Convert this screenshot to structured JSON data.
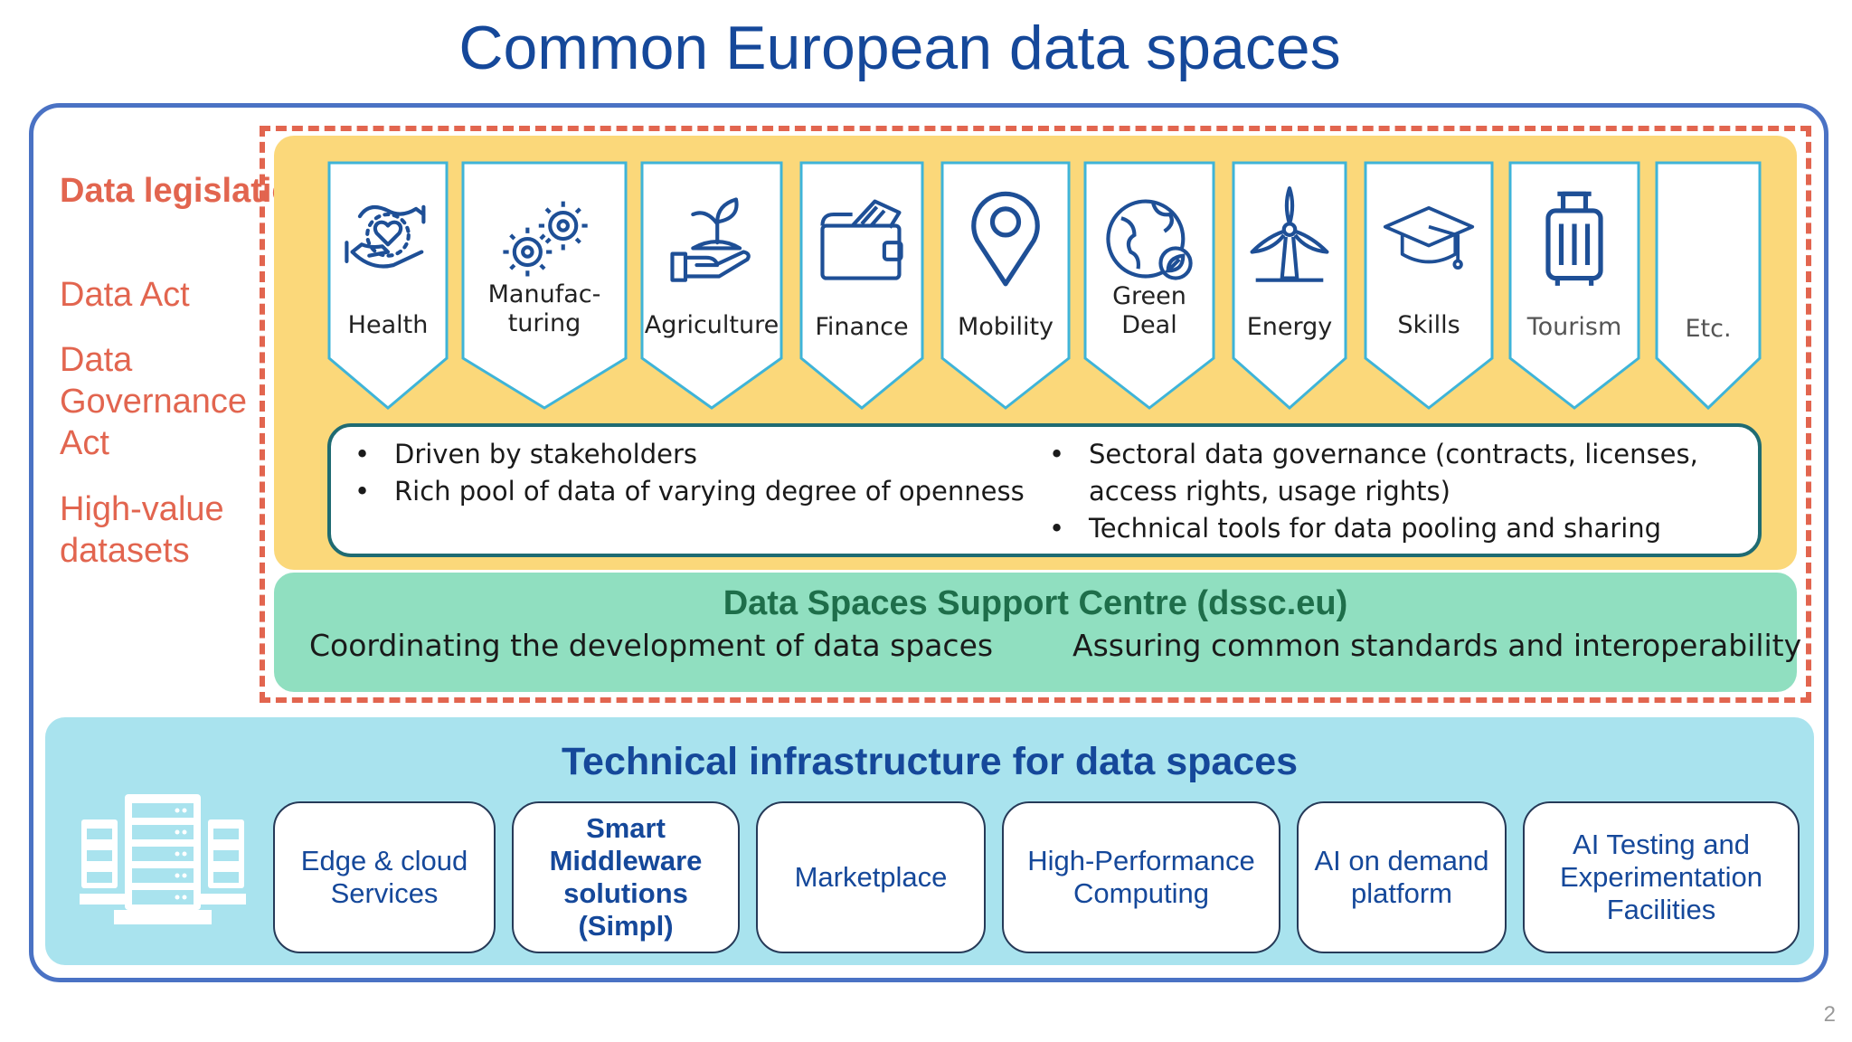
{
  "title": "Common European data spaces",
  "colors": {
    "title": "#15489a",
    "legislation": "#e2654f",
    "outer_border": "#4a72c4",
    "yellow_panel": "#fbd87a",
    "green_panel": "#90dfc0",
    "blue_panel": "#a9e3ee",
    "sector_border": "#3fb4d8",
    "icon": "#1e4f96"
  },
  "legislation": {
    "heading": "Data legislation",
    "items": [
      "Data Act",
      "Data Governance Act",
      "High-value datasets"
    ]
  },
  "sectors": [
    {
      "label": "Health",
      "icon": "hand-heart-icon"
    },
    {
      "label": "Manufac-turing",
      "icon": "gears-icon"
    },
    {
      "label": "Agriculture",
      "icon": "sprout-hand-icon"
    },
    {
      "label": "Finance",
      "icon": "wallet-icon"
    },
    {
      "label": "Mobility",
      "icon": "map-pin-icon"
    },
    {
      "label": "Green Deal",
      "icon": "globe-leaf-icon"
    },
    {
      "label": "Energy",
      "icon": "wind-turbine-icon"
    },
    {
      "label": "Skills",
      "icon": "graduation-cap-icon"
    },
    {
      "label": "Tourism",
      "icon": "suitcase-icon"
    },
    {
      "label": "Etc.",
      "icon": ""
    }
  ],
  "characteristics": {
    "left": [
      "Driven by stakeholders",
      "Rich pool of data of varying degree of openness"
    ],
    "right": [
      "Sectoral data governance (contracts, licenses, access rights, usage rights)",
      "Technical tools for data pooling and sharing"
    ]
  },
  "dssc": {
    "title": "Data Spaces Support Centre (dssc.eu)",
    "left": "Coordinating the development of data spaces",
    "right": "Assuring common standards and interoperability"
  },
  "infrastructure": {
    "title": "Technical infrastructure for data spaces",
    "icon": "server-rack-icon",
    "boxes": [
      "Edge & cloud Services",
      "Smart Middleware solutions (Simpl)",
      "Marketplace",
      "High-Performance Computing",
      "AI on demand platform",
      "AI Testing and Experimentation Facilities"
    ]
  },
  "page_number": "2"
}
